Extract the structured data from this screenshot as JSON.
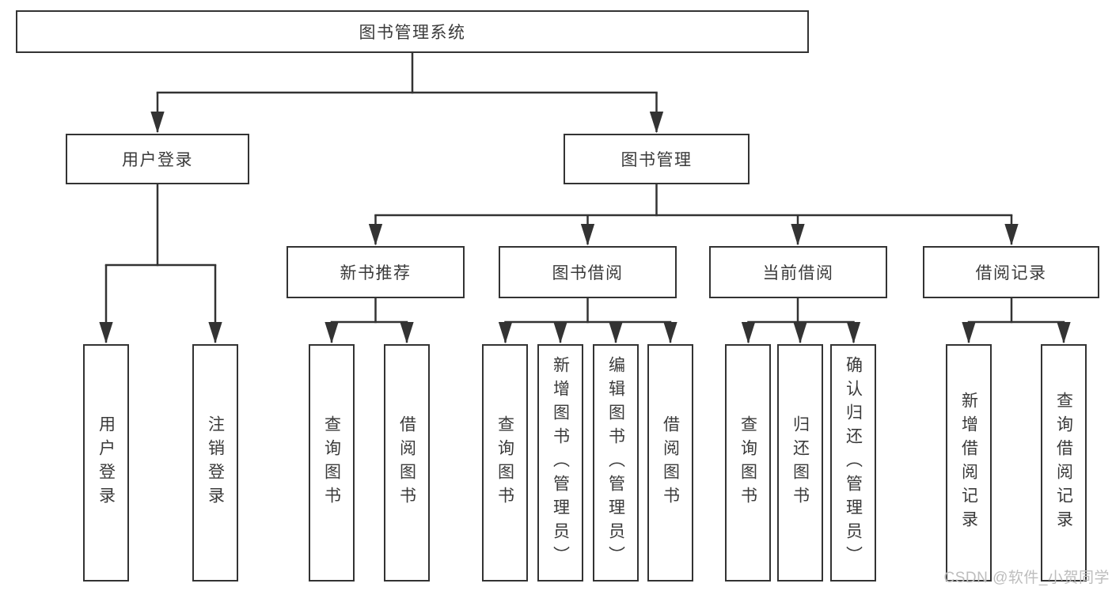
{
  "diagram_title": "图书管理系统",
  "tree": {
    "root": {
      "label": "图书管理系统"
    },
    "branches": [
      {
        "label": "用户登录",
        "leaves": [
          {
            "label": "用户登录"
          },
          {
            "label": "注销登录"
          }
        ]
      },
      {
        "label": "图书管理",
        "groups": [
          {
            "label": "新书推荐",
            "leaves": [
              {
                "label": "查询图书"
              },
              {
                "label": "借阅图书"
              }
            ]
          },
          {
            "label": "图书借阅",
            "leaves": [
              {
                "label": "查询图书"
              },
              {
                "label": "新增图书（管理员）"
              },
              {
                "label": "编辑图书（管理员）"
              },
              {
                "label": "借阅图书"
              }
            ]
          },
          {
            "label": "当前借阅",
            "leaves": [
              {
                "label": "查询图书"
              },
              {
                "label": "归还图书"
              },
              {
                "label": "确认归还（管理员）"
              }
            ]
          },
          {
            "label": "借阅记录",
            "leaves": [
              {
                "label": "新增借阅记录"
              },
              {
                "label": "查询借阅记录"
              }
            ]
          }
        ]
      }
    ]
  },
  "watermark": {
    "text": "CSDN @软件_小贺同学"
  },
  "colors": {
    "line": "#333333",
    "box_border": "#333333",
    "box_fill": "#ffffff",
    "text": "#3a3a3a",
    "watermark": "#bdbdbd",
    "background": "#ffffff"
  }
}
